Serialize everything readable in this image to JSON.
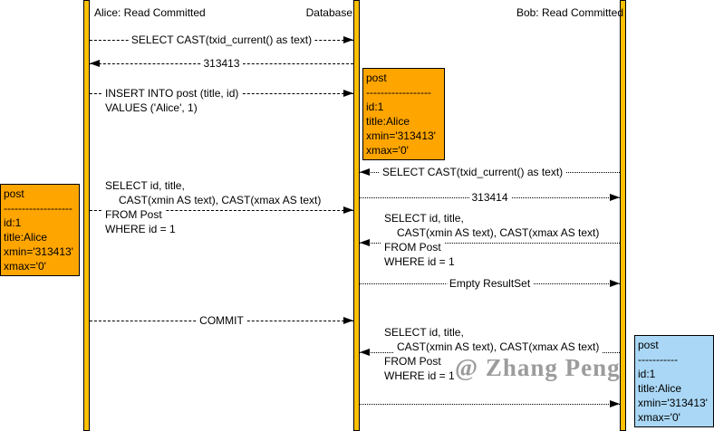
{
  "participants": {
    "alice": "Alice: Read Committed",
    "database": "Database",
    "bob": "Bob: Read Committed"
  },
  "messages": [
    {
      "from": "Alice",
      "to": "Database",
      "lines": [
        "SELECT CAST(txid_current() as text)"
      ]
    },
    {
      "from": "Database",
      "to": "Alice",
      "lines": [
        "313413"
      ]
    },
    {
      "from": "Alice",
      "to": "Database",
      "lines": [
        "INSERT INTO post (title, id)",
        "VALUES ('Alice', 1)"
      ]
    },
    {
      "from": "Bob",
      "to": "Database",
      "lines": [
        "SELECT CAST(txid_current() as text)"
      ]
    },
    {
      "from": "Database",
      "to": "Bob",
      "lines": [
        "313414"
      ]
    },
    {
      "from": "Alice",
      "to": "Database",
      "lines": [
        "SELECT id, title,",
        "CAST(xmin AS text), CAST(xmax AS text)",
        "FROM Post",
        "WHERE id = 1"
      ]
    },
    {
      "from": "Bob",
      "to": "Database",
      "lines": [
        "SELECT id, title,",
        "CAST(xmin AS text), CAST(xmax AS text)",
        "FROM Post",
        "WHERE id = 1"
      ]
    },
    {
      "from": "Database",
      "to": "Bob",
      "lines": [
        "Empty ResultSet"
      ]
    },
    {
      "from": "Alice",
      "to": "Database",
      "lines": [
        "COMMIT"
      ]
    },
    {
      "from": "Bob",
      "to": "Database",
      "lines": [
        "SELECT id, title,",
        "CAST(xmin AS text), CAST(xmax AS text)",
        "FROM Post",
        "WHERE id = 1"
      ]
    },
    {
      "from": "Database",
      "to": "Bob",
      "lines": []
    }
  ],
  "notes": [
    {
      "attached_to": "Database",
      "title": "post",
      "separator": "------------------",
      "fields": [
        "id:1",
        "title:Alice",
        "xmin='313413'",
        "xmax='0'"
      ]
    },
    {
      "attached_to": "Alice",
      "title": "post",
      "separator": "-------------------",
      "fields": [
        "id:1",
        "title:Alice",
        "xmin='313413'",
        "xmax='0'"
      ]
    },
    {
      "attached_to": "Bob",
      "title": "post",
      "separator": "-----------",
      "fields": [
        "id:1",
        "title:Alice",
        "xmin='313413'",
        "xmax='0'"
      ]
    }
  ],
  "watermark": "@ Zhang Peng",
  "colors": {
    "lifeline_fill": "#ffc000",
    "note_orange": "#ffa500",
    "note_blue": "#a9d7f5",
    "watermark": "#9c9c9c"
  }
}
